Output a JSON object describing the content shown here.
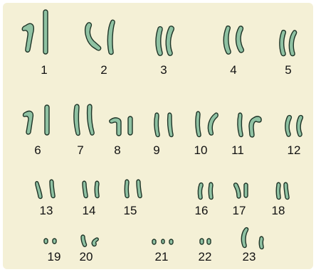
{
  "figure": {
    "colors": {
      "background": "#f4f0d6",
      "chromosome_fill": "#8fc2a3",
      "chromosome_outline": "#1d3326",
      "label": "#111111"
    },
    "chromosome_pairs": [
      {
        "label": "1"
      },
      {
        "label": "2"
      },
      {
        "label": "3"
      },
      {
        "label": "4"
      },
      {
        "label": "5"
      },
      {
        "label": "6"
      },
      {
        "label": "7"
      },
      {
        "label": "8"
      },
      {
        "label": "9"
      },
      {
        "label": "10"
      },
      {
        "label": "11"
      },
      {
        "label": "12"
      },
      {
        "label": "13"
      },
      {
        "label": "14"
      },
      {
        "label": "15"
      },
      {
        "label": "16"
      },
      {
        "label": "17"
      },
      {
        "label": "18"
      },
      {
        "label": "19"
      },
      {
        "label": "20"
      },
      {
        "label": "21"
      },
      {
        "label": "22"
      },
      {
        "label": "23"
      }
    ]
  }
}
